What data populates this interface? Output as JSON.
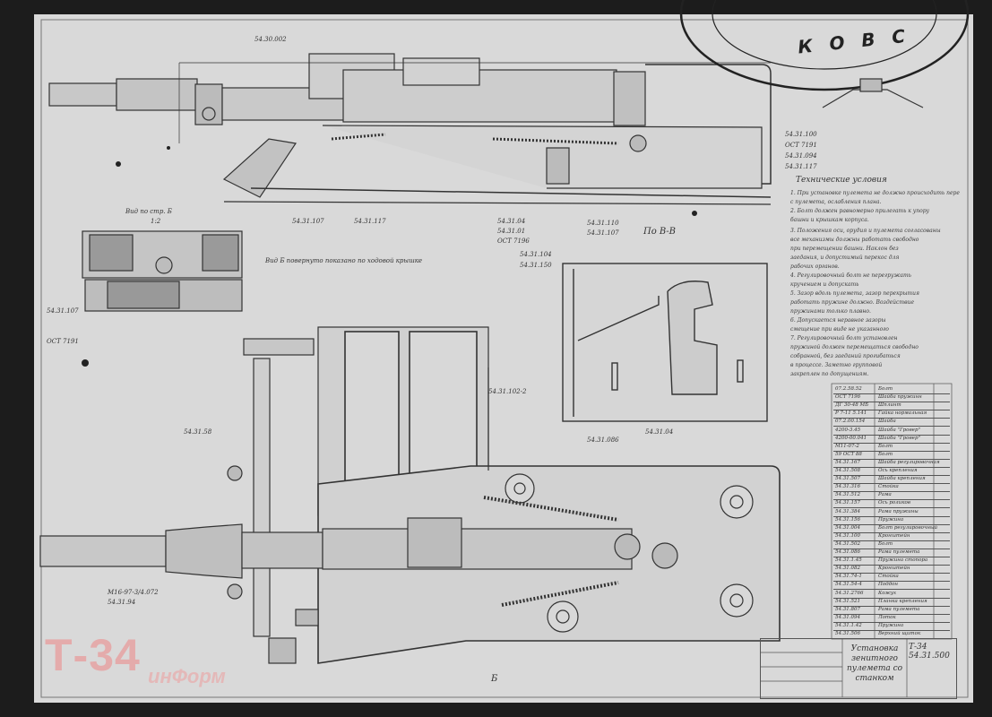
{
  "stamp": {
    "text": "К О В С"
  },
  "technical_conditions": {
    "title": "Технические условия",
    "lines": [
      "1. При установке пулемета не должно происходить пере",
      "  с пулемета, ослабления плана.",
      "2. Болт должен равномерно прилегать к упору",
      "  башни и крышкам корпуса.",
      "3. Положения оси, орудия и пулемета согласованы",
      "  все механизмы должны работать свободно",
      "  при перемещении башни. Наклон без",
      "  заедания, и допустимый перекос для",
      "  рабочих органов.",
      "4. Регулировочный болт не перегружать",
      "  кручением и допускать",
      "5. Зазор вдоль пулемета, зазор перекрытия",
      "  работать пружине должно. Воздействие",
      "  пружинами только плавно.",
      "6. Допускается неравное зазоры",
      "  смещение при виде не указанного",
      "7. Регулировочный болт установлен",
      "  пружиной должен перемещаться свободно",
      "  собранной, без заеданий прогибаться",
      "  в процессе. Заметно групповой",
      "  закреплен по допущениям."
    ]
  },
  "parts_table": [
    {
      "a": "07.2.58.52",
      "b": "Болт"
    },
    {
      "a": "ОСТ 7196",
      "b": "Шайба пружинн"
    },
    {
      "a": "ДГ 30-48 МБ",
      "b": "Шплинт"
    },
    {
      "a": "Р 7-11 5.141",
      "b": "Гайка нормальная"
    },
    {
      "a": "07.2.00.154",
      "b": "Шайба"
    },
    {
      "a": "4200-3.45",
      "b": "Шайба \"Гровер\""
    },
    {
      "a": "4200-00.041",
      "b": "Шайба \"Гровер\""
    },
    {
      "a": "М11-07-2",
      "b": "Болт"
    },
    {
      "a": "59 ОСТ 88",
      "b": "Болт"
    },
    {
      "a": "54.31.167",
      "b": "Шайба регулировочная"
    },
    {
      "a": "54.31.508",
      "b": "Ось крепления"
    },
    {
      "a": "54.31.507",
      "b": "Шайба крепления"
    },
    {
      "a": "54.31.316",
      "b": "Стойка"
    },
    {
      "a": "54.31.512",
      "b": "Рама"
    },
    {
      "a": "54.31.157",
      "b": "Ось роликов"
    },
    {
      "a": "54.31.384",
      "b": "Рама пружины"
    },
    {
      "a": "54.31.156",
      "b": "Пружина"
    },
    {
      "a": "54.31.004",
      "b": "Болт регулировочный"
    },
    {
      "a": "54.31.100",
      "b": "Кронштейн"
    },
    {
      "a": "54.31.502",
      "b": "Болт"
    },
    {
      "a": "54.31.086",
      "b": "Рама пулемета"
    },
    {
      "a": "54.31.1.45",
      "b": "Пружина стопора"
    },
    {
      "a": "54.31.082",
      "b": "Кронштейн"
    },
    {
      "a": "54.31.74-1",
      "b": "Стойка"
    },
    {
      "a": "54.31.54-4",
      "b": "Поддон"
    },
    {
      "a": "54.31.2766",
      "b": "Кожух"
    },
    {
      "a": "54.31.521",
      "b": "Планка крепления"
    },
    {
      "a": "54.31.807",
      "b": "Рама пулемета"
    },
    {
      "a": "54.31.094",
      "b": "Лоток"
    },
    {
      "a": "54.31.1.42",
      "b": "Пружина"
    },
    {
      "a": "54.31.506",
      "b": "Верхний щиток"
    }
  ],
  "title_block": {
    "name": "Установка зенитного пулемета со станком",
    "number": "Т-34  54.31.500"
  },
  "callouts": {
    "top_left_ref": "54.30.002",
    "ref_a": "54.31.107",
    "ref_b": "54.31.117",
    "ref_c": "54.31.110",
    "ref_d": "54.31.107",
    "view_note": "Вид Б повернуто показано по ходовой крышке",
    "view_a": "Вид по стр. Б",
    "view_label": "По В-В",
    "section": "Б",
    "scale_note": "1:2",
    "left_notes": [
      "54.31.107",
      "ОСТ 7191"
    ],
    "center_notes": [
      "54.31.102-2",
      "54.31.086",
      "54.31.04"
    ],
    "lower_left_notes": [
      "М16-97-3/4.072",
      "54.31.94",
      "54.31.58"
    ],
    "side_refs": [
      "54.31.100",
      "ОСТ 7191",
      "54.31.094",
      "54.31.117"
    ],
    "mid_refs": [
      "54.31.04",
      "54.31.01",
      "ОСТ 7196",
      "54.31.104",
      "54.31.150"
    ]
  },
  "watermark": {
    "logo": "Т-34",
    "sub": "инФорм"
  }
}
